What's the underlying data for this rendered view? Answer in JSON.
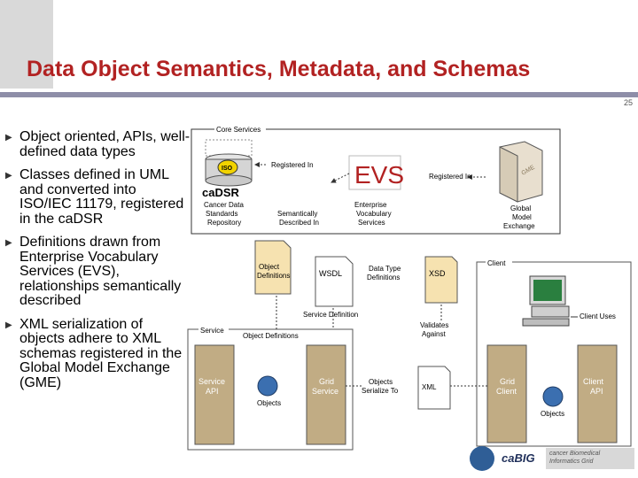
{
  "title": "Data Object Semantics, Metadata, and Schemas",
  "page_number": "25",
  "bullets": [
    "Object oriented, APIs, well-defined data types",
    "Classes defined in UML and converted into ISO/IEC 11179, registered in the caDSR",
    "Definitions drawn from Enterprise Vocabulary Services (EVS), relationships semantically described",
    "XML serialization of objects adhere to XML schemas registered in the Global Model Exchange (GME)"
  ],
  "diagram": {
    "core_services": "Core Services",
    "registered_in_1": "Registered In",
    "registered_in_2": "Registered In",
    "iso": "ISO",
    "cadsr": "caDSR",
    "cadsr_caption": [
      "Cancer Data",
      "Standards",
      "Repository"
    ],
    "evs": "EVS",
    "evs_caption": [
      "Enterprise",
      "Vocabulary",
      "Services"
    ],
    "semantically_described_in": [
      "Semantically",
      "Described In"
    ],
    "gme": "GME",
    "gme_caption": [
      "Global",
      "Model",
      "Exchange"
    ],
    "object_definitions_doc": [
      "Object",
      "Definitions"
    ],
    "wsdl": "WSDL",
    "data_type_definitions": [
      "Data Type",
      "Definitions"
    ],
    "xsd": "XSD",
    "client_box": "Client",
    "client_uses": "Client Uses",
    "service_definition": "Service Definition",
    "validates_against": [
      "Validates",
      "Against"
    ],
    "service_box": "Service",
    "object_definitions_label": "Object Definitions",
    "service_api": [
      "Service",
      "API"
    ],
    "objects_1": "Objects",
    "grid_service": [
      "Grid",
      "Service"
    ],
    "objects_serialize_to": [
      "Objects",
      "Serialize To"
    ],
    "xml": "XML",
    "grid_client": [
      "Grid",
      "Client"
    ],
    "objects_2": "Objects",
    "client_api": [
      "Client",
      "API"
    ]
  },
  "logo": {
    "name": "caBIG",
    "tagline": [
      "cancer Biomedical",
      "Informatics Grid"
    ]
  },
  "colors": {
    "title": "#b22222",
    "rule": "#8e8ea8",
    "box_fill": "#c1ac84",
    "evs_red": "#b22222"
  }
}
